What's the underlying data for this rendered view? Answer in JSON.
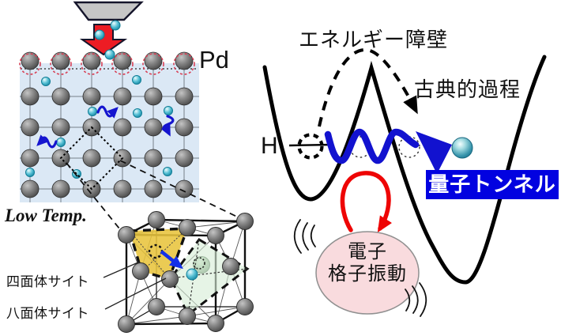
{
  "figure": "hydrogen-in-palladium-quantum-tunneling-diagram",
  "colors": {
    "lattice_bg": "#dbe8f5",
    "grid_line": "#a9b4bf",
    "pd_sphere": "#6f6f6f",
    "h_atom_teal": "#45b3cc",
    "surface_site_red": "#d84055",
    "impact_red": "#ed1c24",
    "quantum_blue": "#1212cf",
    "tunnel_box_bg": "#0202e0",
    "vibration_red": "#ee0505",
    "vibration_ellipse_pink": "#f9dbde",
    "tetrahedron_yellow": "#e8c43c",
    "octahedron_green": "#d6edd6"
  },
  "left_panel": {
    "pd_label": "Pd",
    "low_temp_label": "Low Temp.",
    "tetrahedral_site_label": "四面体サイト",
    "octahedral_site_label": "八面体サイト"
  },
  "right_panel": {
    "energy_barrier_label": "エネルギー障壁",
    "classical_process_label": "古典的過程",
    "hydrogen_label": "H",
    "quantum_tunnel_label": "量子トンネル",
    "excitation_labels": [
      "電子",
      "格子振動"
    ]
  }
}
